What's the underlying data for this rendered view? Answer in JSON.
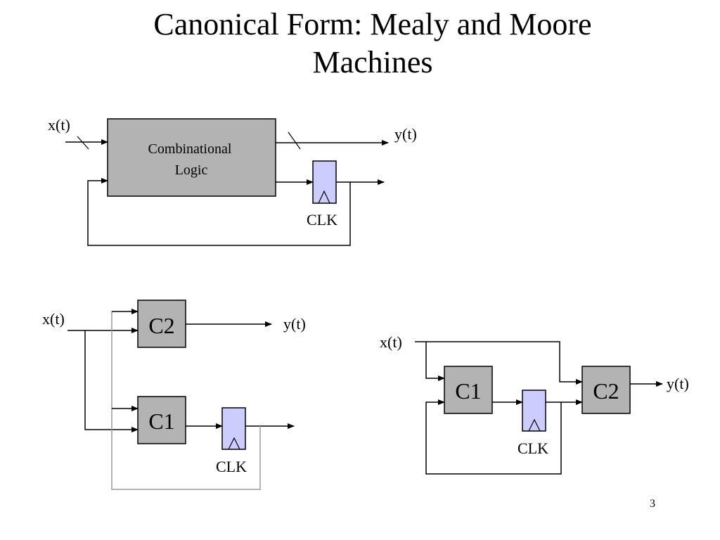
{
  "title": {
    "line1": "Canonical Form: Mealy and Moore",
    "line2": "Machines"
  },
  "top_diagram": {
    "input": "x(t)",
    "output": "y(t)",
    "block_line1": "Combinational",
    "block_line2": "Logic",
    "clock": "CLK"
  },
  "mealy_diagram": {
    "input": "x(t)",
    "output": "y(t)",
    "output_logic": "C2",
    "next_state_logic": "C1",
    "clock": "CLK"
  },
  "moore_diagram": {
    "input": "x(t)",
    "output": "y(t)",
    "next_state_logic": "C1",
    "output_logic": "C2",
    "clock": "CLK"
  },
  "page_number": "3",
  "colors": {
    "logic_block": "#b3b3b3",
    "flip_flop": "#ccccff",
    "wire": "#000000",
    "feedback_wire": "#999999"
  }
}
